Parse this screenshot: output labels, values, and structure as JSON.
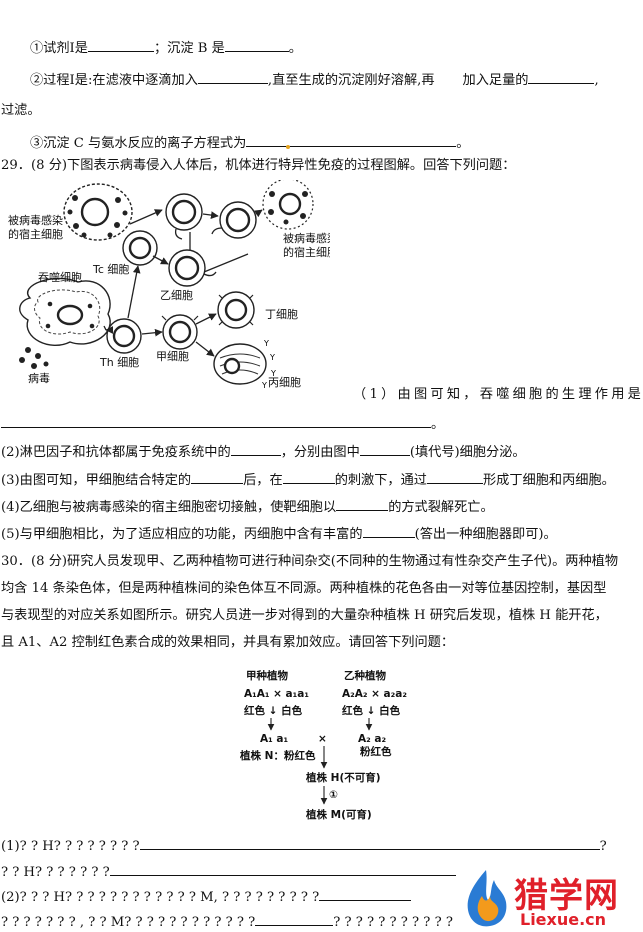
{
  "q28": {
    "line1": {
      "a": "①试剂Ⅰ是",
      "b": "；沉淀 B 是",
      "c": "。"
    },
    "line2": {
      "a": "②过程Ⅰ是:在滤液中逐滴加入",
      "b": ",直至生成的沉淀刚好溶解,再",
      "c": "加入足量的",
      "d": ","
    },
    "line2b": "过滤。",
    "line3": {
      "a": "③沉淀 C 与氨水反应的离子方程式为",
      "b": "。"
    }
  },
  "q29": {
    "intro": "29．(8 分)下图表示病毒侵入人体后，机体进行特异性免疫的过程图解。回答下列问题：",
    "figure": {
      "label_host_left_1": "被病毒感染",
      "label_host_left_2": "的宿主细胞",
      "label_phagocyte": "吞噬细胞",
      "label_virus": "病毒",
      "label_tc": "Tc 细胞",
      "label_th": "Th 细胞",
      "label_yi": "乙细胞",
      "label_jia": "甲细胞",
      "label_host_right_1": "被病毒感染",
      "label_host_right_2": "的宿主细胞",
      "label_ding": "丁细胞",
      "label_bing": "丙细胞"
    },
    "s1_chars": [
      "（",
      "1",
      "）",
      "由",
      "图",
      "可",
      "知",
      "，",
      "吞",
      "噬",
      "细",
      "胞",
      "的",
      "生",
      "理",
      "作",
      "用",
      "是"
    ],
    "s1_end": "。",
    "s2": {
      "a": "(2)淋巴因子和抗体都属于免疫系统中的",
      "b": "，分别由图中",
      "c": "(填代号)细胞分泌。"
    },
    "s3": {
      "a": "(3)由图可知，甲细胞结合特定的",
      "b": "后，在",
      "c": "的刺激下，通过",
      "d": "形成丁细胞和丙细胞。"
    },
    "s4": {
      "a": "(4)乙细胞与被病毒感染的宿主细胞密切接触，使靶细胞以",
      "b": "的方式裂解死亡。"
    },
    "s5": {
      "a": "(5)与甲细胞相比，为了适应相应的功能，丙细胞中含有丰富的",
      "b": "(答出一种细胞器即可)。"
    }
  },
  "q30": {
    "line1": "30．(8 分)研究人员发现甲、乙两种植物可进行种间杂交(不同种的生物通过有性杂交产生子代)。两种植物",
    "line2": "均含 14 条染色体，但是两种植株间的染色体互不同源。两种植株的花色各由一对等位基因控制，基因型",
    "line3": "与表现型的对应关系如图所示。研究人员进一步对得到的大量杂种植株 H 研究后发现，植株 H 能开花，",
    "line4": "且 A1、A2 控制红色素合成的效果相同，并具有累加效应。请回答下列问题：",
    "diagram": {
      "jia_title": "甲种植物",
      "yi_title": "乙种植物",
      "jia_cross": "A₁A₁ × a₁a₁",
      "yi_cross": "A₂A₂ × a₂a₂",
      "jia_pheno": "红色 ↓ 白色",
      "yi_pheno": "红色 ↓ 白色",
      "jia_f1": "A₁ a₁",
      "yi_f1": "A₂ a₂",
      "cross_sign": "×",
      "plant_n": "植株 N：粉红色",
      "yi_f1_pheno": "粉红色",
      "plant_h": "植株 H(不可育)",
      "step": "①",
      "plant_m": "植株 M(可育)"
    },
    "garbled1a": "(1)? ? H? ? ? ? ? ? ? ?",
    "garbled1a_end": "?",
    "garbled1b": "? ? H? ? ? ? ? ? ?",
    "garbled1b_end": "?",
    "garbled2a": "(2)? ? ? H? ? ? ? ? ? ? ? ? ? ? ? M, ? ? ? ? ? ? ? ? ?",
    "garbled2b": "? ? ? ? ? ? ? , ? ? M? ? ? ? ? ? ? ? ? ? ? ?",
    "garbled2b_end": "? ? ? ? ? ? ? ? ? ? ? ?"
  },
  "logo": {
    "name": "猎学网",
    "url": "Liexue.cn"
  }
}
